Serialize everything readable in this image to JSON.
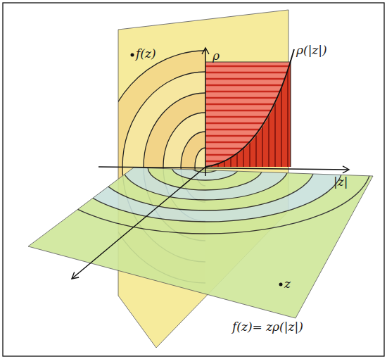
{
  "diagram": {
    "labels": [
      "ρ",
      "ρ(|z|)",
      "|z|",
      "f(z)",
      "z",
      "f(z)= zρ(|z|)"
    ]
  }
}
